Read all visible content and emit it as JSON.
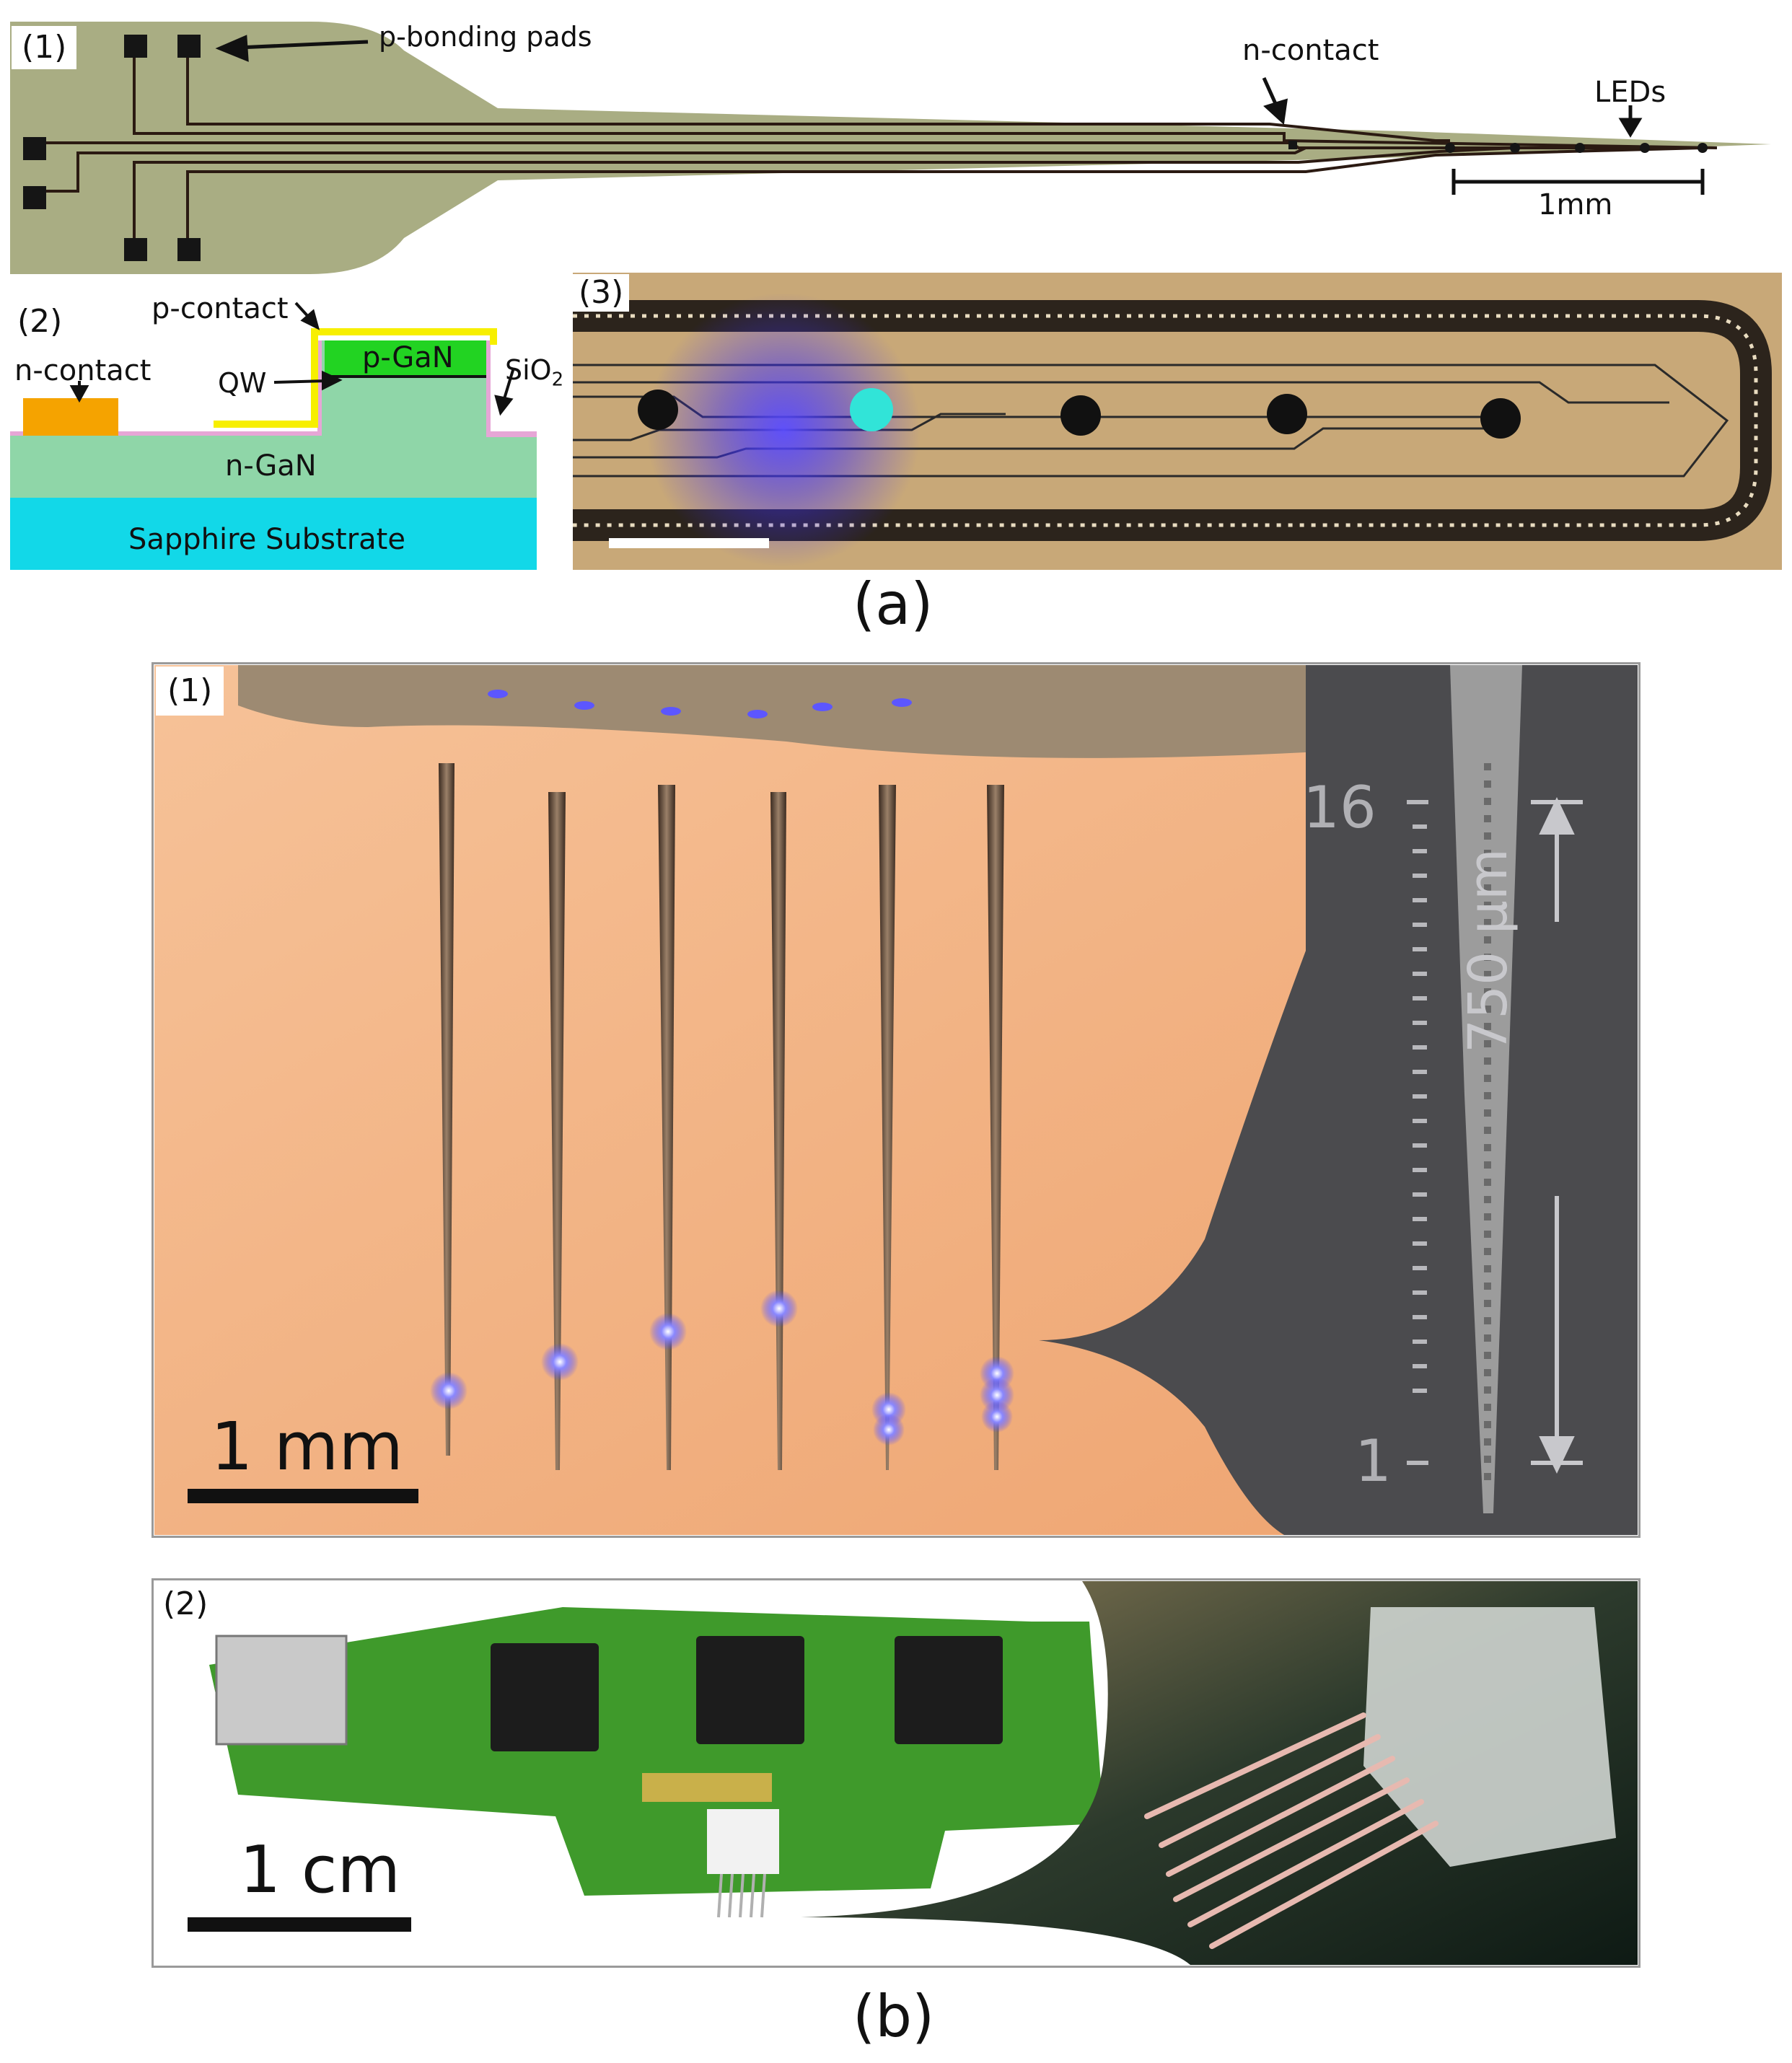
{
  "figure": {
    "part_a": {
      "caption": "(a)",
      "panel1": {
        "tag": "(1)",
        "label_pads": "p-bonding pads",
        "label_ncontact": "n-contact",
        "label_leds": "LEDs",
        "scale_label": "1mm",
        "colors": {
          "body": "#a9ad83",
          "trace": "#2b1a12",
          "pad": "#151515"
        }
      },
      "panel2": {
        "tag": "(2)",
        "label_pcontact": "p-contact",
        "label_ncontact": "n-contact",
        "label_qw": "QW",
        "label_pgan": "p-GaN",
        "label_ngan": "n-GaN",
        "label_sio2": "SiO",
        "label_sio2_sub": "2",
        "label_substrate": "Sapphire Substrate",
        "colors": {
          "ngan": "#8fd6a8",
          "substrate": "#12d8e8",
          "pgan": "#22d322",
          "ncontact": "#f5a300",
          "pcontact": "#f7ef00",
          "oxide": "#e6a6d6"
        }
      },
      "panel3": {
        "tag": "(3)",
        "colors": {
          "background": "#c8a878",
          "border": "#2c241c",
          "glow": "#3a2cff",
          "led_on": "#31e4d8"
        }
      }
    },
    "part_b": {
      "caption": "(b)",
      "panel1": {
        "tag": "(1)",
        "scale_label": "1 mm",
        "axis_top": "16",
        "axis_bottom": "1",
        "length_label": "750 μm",
        "colors": {
          "background": "#f1b486",
          "sem_bg": "#4b4b4e",
          "led": "#6f6cff"
        }
      },
      "panel2": {
        "tag": "(2)",
        "scale_label": "1 cm",
        "colors": {
          "pcb": "#3f9a2b",
          "chip": "#1c1c1c",
          "closeup_bg": "#10241c"
        }
      }
    }
  }
}
